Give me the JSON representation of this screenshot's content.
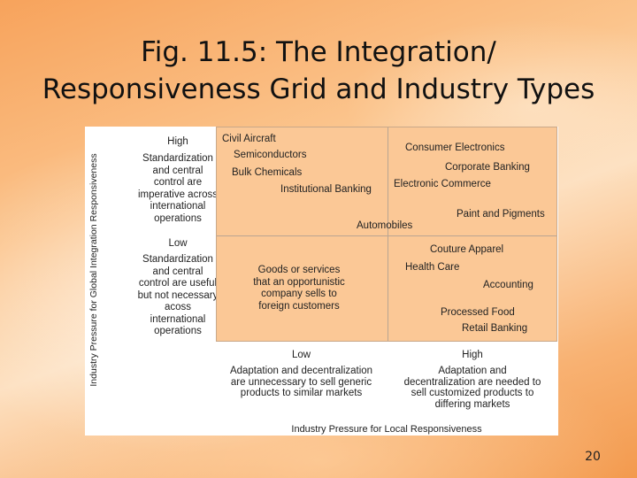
{
  "slide": {
    "title_line1": "Fig. 11.5: The Integration/",
    "title_line2": "Responsiveness Grid and Industry Types",
    "page_number": "20"
  },
  "figure": {
    "y_axis_title": "Industry Pressure for Global Integration Responsiveness",
    "x_axis_title": "Industry Pressure for Local Responsiveness",
    "y_high": {
      "level": "High",
      "text": "Standardization\nand central\ncontrol are\nimperative across\ninternational\noperations"
    },
    "y_low": {
      "level": "Low",
      "text": "Standardization\nand central\ncontrol are useful\nbut not necessary\nacoss\ninternational\noperations"
    },
    "x_low": {
      "level": "Low",
      "text": "Adaptation and decentralization\nare unnecessary to sell generic\nproducts to similar markets"
    },
    "x_high": {
      "level": "High",
      "text": "Adaptation and\ndecentralization are needed to\nsell customized products to\ndiffering markets"
    },
    "industries": {
      "civil_aircraft": "Civil Aircraft",
      "semiconductors": "Semiconductors",
      "bulk_chemicals": "Bulk Chemicals",
      "institutional_banking": "Institutional Banking",
      "automobiles": "Automobiles",
      "consumer_electronics": "Consumer Electronics",
      "corporate_banking": "Corporate Banking",
      "electronic_commerce": "Electronic Commerce",
      "paint_and_pigments": "Paint and Pigments",
      "goods_or_services": "Goods or services\nthat an opportunistic\ncompany sells to\nforeign customers",
      "couture_apparel": "Couture Apparel",
      "health_care": "Health Care",
      "accounting": "Accounting",
      "processed_food": "Processed Food",
      "retail_banking": "Retail Banking"
    }
  }
}
